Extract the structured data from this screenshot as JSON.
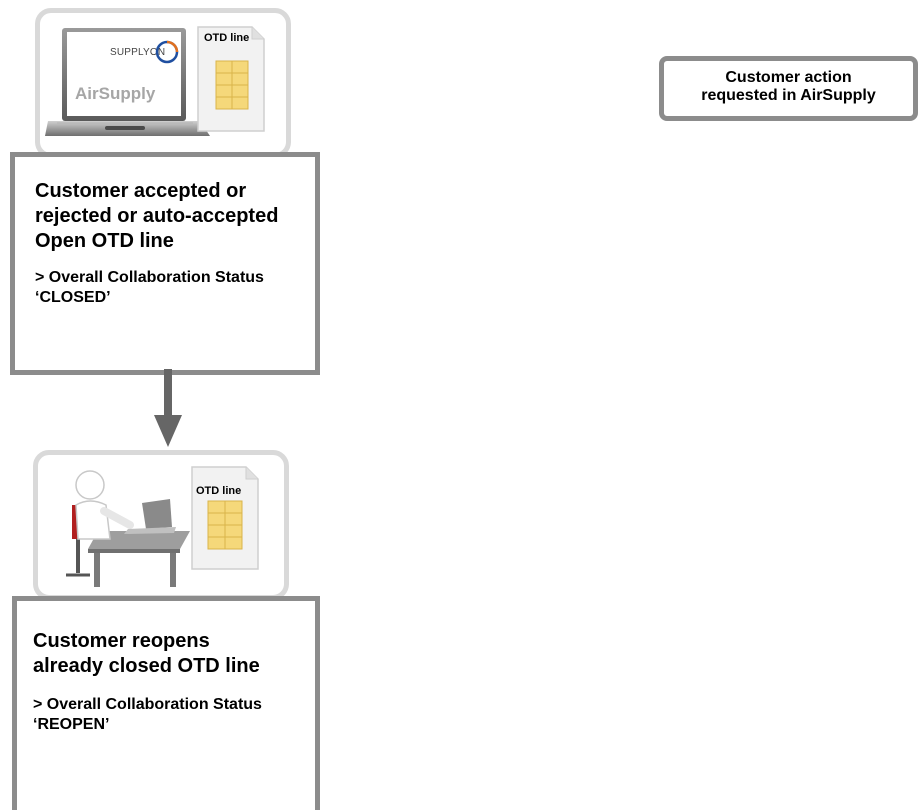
{
  "step1": {
    "brand": "SUPPLYON",
    "app_name": "AirSupply",
    "doc_label": "OTD line",
    "title": "Customer accepted or rejected or auto-accepted Open OTD line",
    "status": "> Overall Collaboration Status ‘CLOSED’"
  },
  "step2": {
    "doc_label": "OTD line",
    "title": "Customer reopens already closed OTD line",
    "status": " > Overall Collaboration Status ‘REOPEN’"
  },
  "legend": {
    "text": "Customer action requested in AirSupply"
  },
  "colors": {
    "box_border": "#8c8c8c",
    "image_border": "#d9d9d9",
    "arrow": "#666666",
    "doc_fill": "#f5d87a",
    "brand_blue": "#1f4fa0"
  },
  "icons": [
    "laptop-icon",
    "document-icon",
    "person-at-desk-icon",
    "arrow-down-icon"
  ]
}
